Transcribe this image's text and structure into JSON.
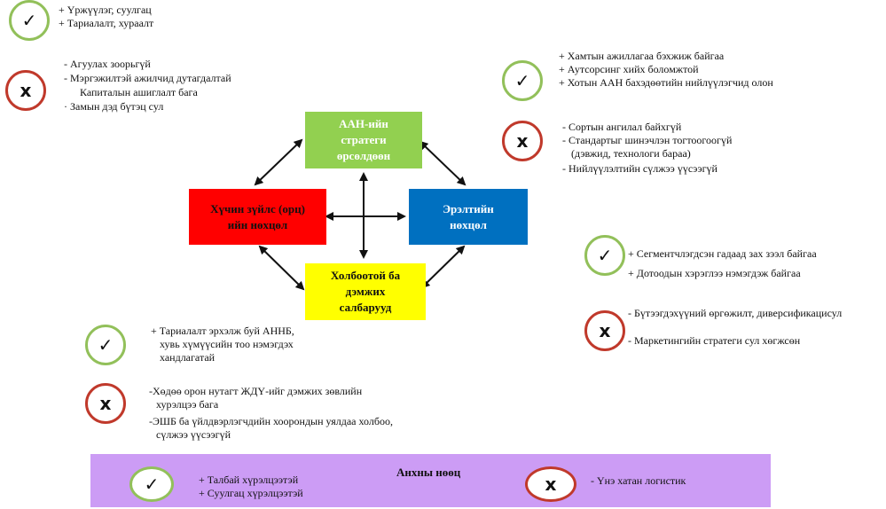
{
  "colors": {
    "good_border": "#92c05a",
    "bad_border": "#c0392b",
    "box_green": "#92d050",
    "box_red": "#ff0000",
    "box_blue": "#0070c0",
    "box_yellow": "#ffff00",
    "bottom_strip": "#cc9cf5"
  },
  "icons": {
    "good": "✓",
    "bad": "x",
    "good_name": "checkmark-icon",
    "bad_name": "x-mark-icon"
  },
  "center": {
    "top": "ААН-ийн\nстратеги\nөрсөлдөөн",
    "left": "Хүчин зүйлс (орц)\nийн нөхцөл",
    "right": "Эрэлтийн\nнөхцөл",
    "bottom": "Холбоотой ба\nдэмжих\nсалбарууд"
  },
  "top_left": {
    "good": [
      "+ Үржүүлэг, суулгац",
      "+ Тариалалт, хураалт"
    ],
    "bad": [
      "-  Агуулах зоорьгүй",
      "-  Мэргэжилтэй ажилчид дутагдалтай",
      "Капиталын ашиглалт бага",
      "·  Замын дэд бүтэц сул"
    ]
  },
  "top_right": {
    "good": [
      "+ Хамтын ажиллагаа бэхжиж байгаа",
      "+ Аутсорсинг хийх боломжтой",
      "+ Хотын ААН бахэдөөтийн нийлүүлэгчид олон"
    ],
    "bad": [
      "- Сортын ангилал байхгүй",
      "- Стандартыг шинэчлэн тогтоогоогүй",
      "(дэвжид, технологи бараа)",
      "- Нийлүүлэлтийн сүлжээ үүсээгүй"
    ]
  },
  "mid_right": {
    "good": [
      "+ Сегментчлэгдсэн гадаад зах зээл байгаа",
      "+ Дотоодын хэрэглээ нэмэгдэж байгаа"
    ],
    "bad": [
      "- Бүтээгдэхүүний өргөжилт, диверсификацисул",
      "- Маркетингийн стратеги сул хөгжсөн"
    ]
  },
  "bottom_center": {
    "good": [
      "+ Тариалалт эрхэлж буй АННБ,",
      "хувь хүмүүсийн тоо нэмэгдэх",
      "хандлагатай"
    ],
    "bad": [
      "-Хөдөө орон нутагт ЖДҮ-ийг дэмжих зөвлийн",
      "хурэлцээ бага",
      "-ЭШБ ба үйлдвэрлэгчдийн хоорондын уялдаа холбоо,",
      "сүлжээ үүсээгүй"
    ]
  },
  "strip": {
    "title": "Анхны нөөц",
    "good": [
      "+ Талбай хүрэлцээтэй",
      "+ Суулгац хүрэлцээтэй"
    ],
    "bad": "- Үнэ хатан логистик"
  }
}
